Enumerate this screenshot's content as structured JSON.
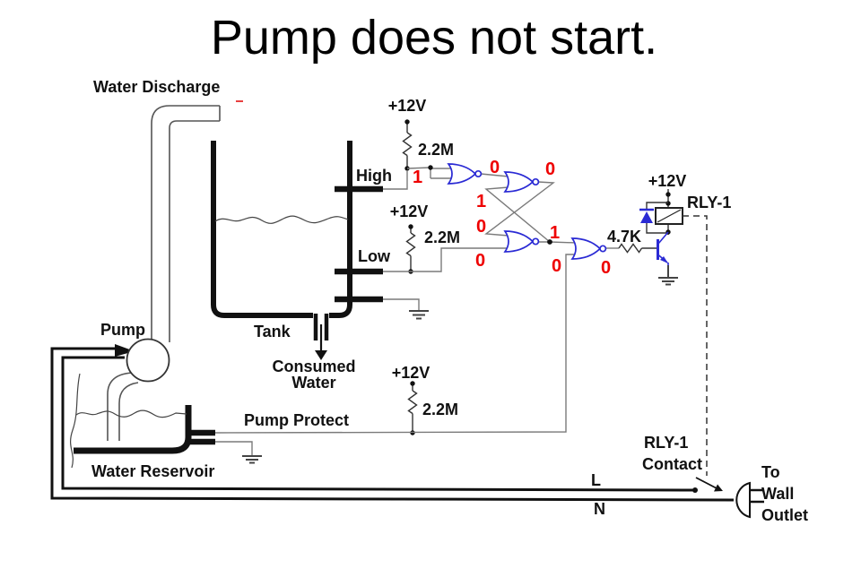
{
  "title": "Pump does not start.",
  "labels": {
    "water_discharge": "Water Discharge",
    "pump": "Pump",
    "tank": "Tank",
    "consumed_line1": "Consumed",
    "consumed_line2": "Water",
    "water_reservoir": "Water Reservoir",
    "pump_protect": "Pump Protect",
    "high": "High",
    "low": "Low",
    "supply": "+12V",
    "r_pullup": "2.2M",
    "r_base": "4.7K",
    "relay": "RLY-1",
    "contact_line1": "RLY-1",
    "contact_line2": "Contact",
    "line_l": "L",
    "line_n": "N",
    "outlet_line1": "To",
    "outlet_line2": "Wall",
    "outlet_line3": "Outlet"
  },
  "logic_values": {
    "high_input": "1",
    "gate1_out": "0",
    "gate2_out": "0",
    "gate2_in_feedback": "1",
    "gate3_in_feedback": "0",
    "gate3_in_low": "0",
    "gate3_out": "1",
    "gate4_in_protect": "0",
    "gate4_out": "0"
  },
  "colors": {
    "gate_outline": "#2a2ad4",
    "logic_value": "#ee0000",
    "signal_wire": "#7a7a7a",
    "power_line": "#111111"
  }
}
